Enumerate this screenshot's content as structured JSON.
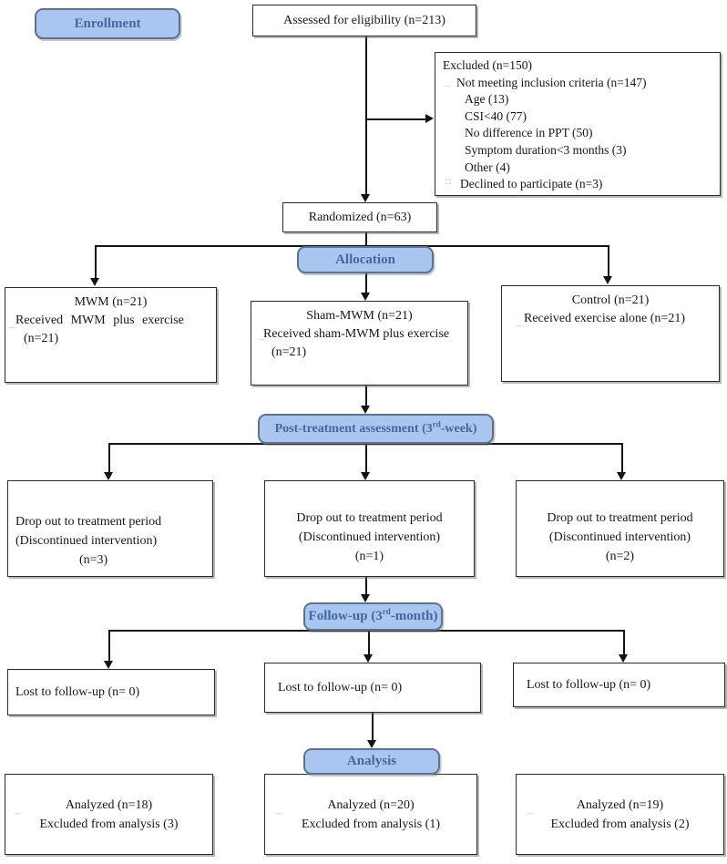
{
  "icons": {
    "dash_bullet": "–",
    "square_bullet": "□"
  },
  "colors": {
    "band_fill": "#a9c6f1",
    "band_border": "#5f7190",
    "band_text": "#44689e",
    "line": "#141414"
  },
  "bands": {
    "enrollment": "Enrollment",
    "allocation": "Allocation",
    "post_treatment": {
      "pre": "Post-treatment assessment (3",
      "sup": "rd",
      "post": "-week)"
    },
    "follow_up": {
      "pre": "Follow-up (3",
      "sup": "rd",
      "post": "-month)"
    },
    "analysis": "Analysis"
  },
  "boxes": {
    "assessed": "Assessed for eligibility (n=213)",
    "excluded": {
      "title": "Excluded (n=150)",
      "not_meeting": "Not meeting inclusion criteria (n=147)",
      "reasons": [
        "Age (13)",
        "CSI<40 (77)",
        "No difference in PPT (50)",
        "Symptom duration<3 months (3)",
        "Other (4)"
      ],
      "declined": "Declined to participate (n=3)"
    },
    "randomized": "Randomized (n=63)",
    "arms": [
      {
        "title": "MWM (n=21)",
        "received": "Received MWM plus exercise",
        "n": "(n=21)"
      },
      {
        "title": "Sham-MWM (n=21)",
        "received": "Received sham-MWM plus exercise",
        "n": "(n=21)"
      },
      {
        "title": "Control (n=21)",
        "received": "Received exercise alone (n=21)"
      }
    ],
    "dropouts": [
      {
        "line1": "Drop out to treatment period",
        "line2": "(Discontinued intervention)",
        "line3": "(n=3)"
      },
      {
        "line1": "Drop out to treatment period",
        "line2": "(Discontinued intervention)",
        "line3": "(n=1)"
      },
      {
        "line1": "Drop out to treatment period",
        "line2": "(Discontinued intervention)",
        "line3": "(n=2)"
      }
    ],
    "lost": [
      "Lost to follow-up (n= 0)",
      "Lost to follow-up (n= 0)",
      "Lost to follow-up (n= 0)"
    ],
    "analyzed": [
      {
        "line1": "Analyzed (n=18)",
        "line2": "Excluded from analysis (3)"
      },
      {
        "line1": "Analyzed (n=20)",
        "line2": "Excluded from analysis (1)"
      },
      {
        "line1": "Analyzed (n=19)",
        "line2": "Excluded from analysis (2)"
      }
    ]
  }
}
